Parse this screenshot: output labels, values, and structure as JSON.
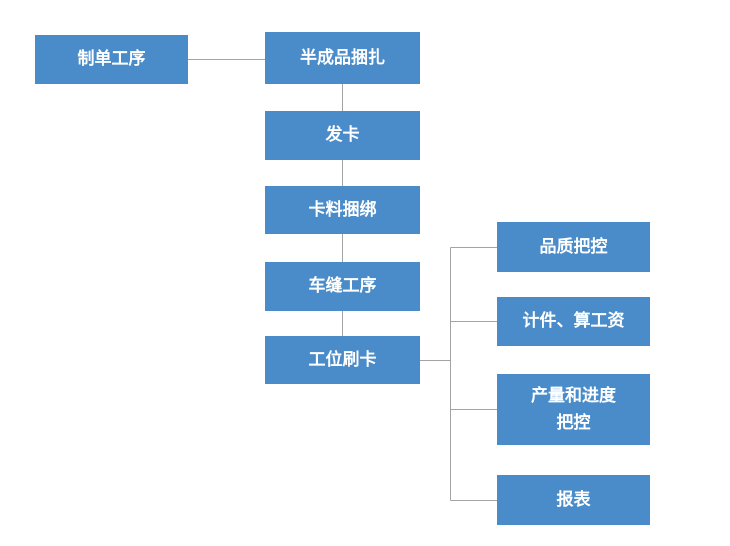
{
  "diagram": {
    "type": "flowchart",
    "colors": {
      "node_fill": "#4a8cca",
      "node_text": "#ffffff",
      "connector": "#a3a3a3",
      "background": "#ffffff"
    },
    "nodes": [
      {
        "id": "order-process",
        "label": "制单工序"
      },
      {
        "id": "semi-finished-bundling",
        "label": "半成品捆扎"
      },
      {
        "id": "card-issue",
        "label": "发卡"
      },
      {
        "id": "material-binding",
        "label": "卡料捆绑"
      },
      {
        "id": "sewing-process",
        "label": "车缝工序"
      },
      {
        "id": "station-card-swipe",
        "label": "工位刷卡"
      },
      {
        "id": "quality-control",
        "label": "品质把控"
      },
      {
        "id": "piece-count-wage",
        "label": "计件、算工资"
      },
      {
        "id": "output-progress",
        "label": "产量和进度\n把控"
      },
      {
        "id": "report",
        "label": "报表"
      }
    ],
    "edges": [
      {
        "from": "制单工序",
        "to": "半成品捆扎"
      },
      {
        "from": "半成品捆扎",
        "to": "发卡"
      },
      {
        "from": "发卡",
        "to": "卡料捆绑"
      },
      {
        "from": "卡料捆绑",
        "to": "车缝工序"
      },
      {
        "from": "车缝工序",
        "to": "工位刷卡"
      },
      {
        "from": "工位刷卡",
        "to": "品质把控"
      },
      {
        "from": "工位刷卡",
        "to": "计件、算工资"
      },
      {
        "from": "工位刷卡",
        "to": "产量和进度把控"
      },
      {
        "from": "工位刷卡",
        "to": "报表"
      }
    ]
  }
}
